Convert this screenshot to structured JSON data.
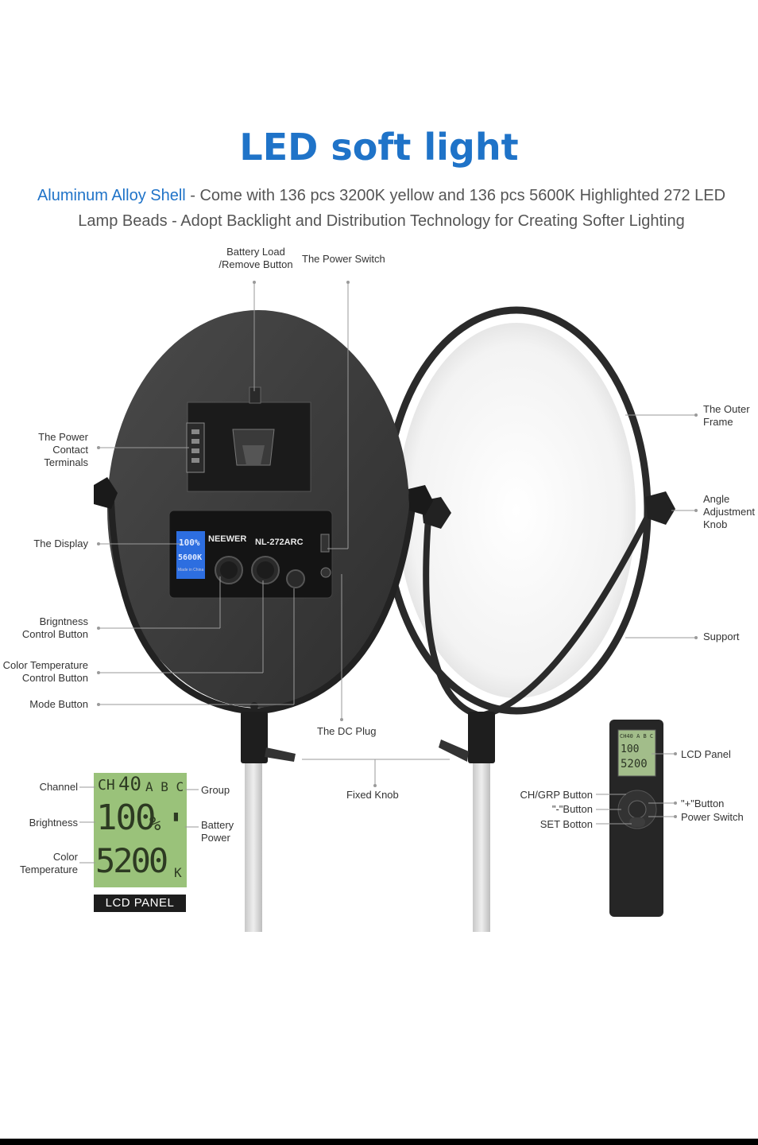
{
  "header": {
    "title": "LED soft light",
    "highlight": "Aluminum Alloy Shell",
    "line1_rest": " -  Come with 136 pcs 3200K yellow and 136 pcs 5600K Highlighted 272 LED",
    "line2": "Lamp Beads - Adopt Backlight and Distribution Technology for Creating Softer Lighting"
  },
  "labels": {
    "battery_load": "Battery Load\n/Remove Button",
    "power_switch_top": "The Power Switch",
    "power_contact": "The Power\nContact\nTerminals",
    "display": "The Display",
    "brightness_button": "Brigntness\nControl Button",
    "color_temp_button": "Color Temperature\nControl Button",
    "mode_button": "Mode Button",
    "dc_plug": "The DC Plug",
    "outer_frame": "The Outer\nFrame",
    "angle_knob": "Angle\nAdjustment\nKnob",
    "support": "Support",
    "fixed_knob": "Fixed Knob",
    "lcd_panel_remote": "LCD Panel",
    "ch_grp_button": "CH/GRP Button",
    "minus_button": "\"-\"Button",
    "set_button": "SET Botton",
    "plus_button": "\"+\"Button",
    "power_switch_remote": "Power Switch"
  },
  "lcd_legend": {
    "channel": "Channel",
    "brightness": "Brightness",
    "color_temperature": "Color\nTemperature",
    "group": "Group",
    "battery_power": "Battery\nPower",
    "tag": "LCD PANEL",
    "ch": "CH",
    "ch_num": "40",
    "groups": "A B C",
    "brightness_value": "100",
    "percent": "%",
    "temp_value": "5200",
    "k": "K"
  },
  "device": {
    "brand": "NEEWER",
    "model": "NL-272ARC",
    "mini_lcd_brightness": "100%",
    "mini_lcd_temp": "5600K",
    "made_in": "Made in China"
  },
  "remote": {
    "lcd_line1": "CH40 A B C",
    "lcd_line2": "100",
    "lcd_line3": "5200"
  },
  "colors": {
    "accent": "#1f73c8",
    "lcd_green": "#9ac27a",
    "panel_dark": "#3a3a3a"
  }
}
